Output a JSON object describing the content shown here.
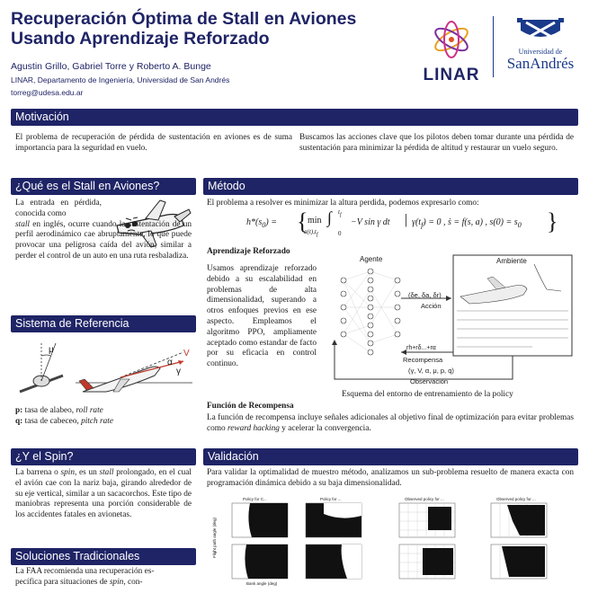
{
  "header": {
    "title": "Recuperación Óptima de Stall en Aviones Usando Aprendizaje Reforzado",
    "authors": "Agustin Grillo, Gabriel Torre y Roberto A. Bunge",
    "department": "LINAR, Departamento de Ingeniería, Universidad de San Andrés",
    "email": "torreg@udesa.edu.ar",
    "logo_linar": "LINAR",
    "logo_udesa_top": "Universidad de",
    "logo_udesa_name": "SanAndrés"
  },
  "motivacion": {
    "heading": "Motivación",
    "left": "El problema de recuperación de pérdida de sustentación en aviones es de suma importancia para la seguridad en vuelo.",
    "right": "Buscamos las acciones clave que los pilotos deben tomar durante una pérdida de sustentación para minimizar la pérdida de altitud y restaurar un vuelo seguro."
  },
  "stall": {
    "heading": "¿Qué es el Stall en Aviones?",
    "text_a": "La entrada en pérdida, conocida como",
    "text_stall": "stall",
    "text_b": "en inglés, ocurre cuando la sustentación de un perfil aerodinámico cae abruptamente, lo que puede provocar una peligrosa caída del avión, similar a perder el control de un auto en una ruta resbaladiza."
  },
  "referencia": {
    "heading": "Sistema de Referencia",
    "p_sym": "p:",
    "p_text": "tasa de alabeo,",
    "p_en": "roll rate",
    "q_sym": "q:",
    "q_text": "tasa de cabeceo,",
    "q_en": "pitch rate",
    "mu": "μ",
    "alpha": "α",
    "gamma": "γ",
    "v": "V"
  },
  "spin": {
    "heading": "¿Y el Spin?",
    "text_a": "La barrena o",
    "text_spin": "spin",
    "text_b": ", es un",
    "text_stall": "stall",
    "text_c": "prolongado, en el cual el avión cae con la nariz baja, girando alrededor de su eje vertical, similar a un sacacorchos. Este tipo de maniobras representa una porción considerable de los accidentes fatales en avionetas."
  },
  "soluciones": {
    "heading": "Soluciones Tradicionales",
    "text_a": "La FAA recomienda una recuperación es-",
    "text_b": "pecífica para situaciones de",
    "text_spin": "spin",
    "text_c": ", con-"
  },
  "metodo": {
    "heading": "Método",
    "intro": "El problema a resolver es minimizar la altura perdida, podemos expresarlo como:",
    "sub_rl": "Aprendizaje Reforzado",
    "rl_text": "Usamos aprendizaje reforzado debido a su escalabilidad en problemas de alta dimensionalidad, superando a otros enfoques previos en ese aspecto. Empleamos el algoritmo PPO, ampliamente aceptado como estandar de facto por su eficacia en control continuo.",
    "diagram": {
      "agente": "Agente",
      "ambiente": "Ambiente",
      "action": "(δe, δa, δr)",
      "action_label": "Acción",
      "reward": "rh+rδ...+rα",
      "reward_label": "Recompensa",
      "obs": "(γ, V, α, μ, p, q)",
      "obs_label": "Observación"
    },
    "caption": "Esquema del entorno de entrenamiento de la policy",
    "sub_reward": "Función de Recompensa",
    "reward_text_a": "La función de recompensa incluye señales adicionales al objetivo final de optimización para evitar problemas como",
    "reward_text_it": "reward hacking",
    "reward_text_b": "y acelerar la convergencia."
  },
  "validacion": {
    "heading": "Validación",
    "text": "Para validar la optimalidad de muestro método, analizamos un sub-problema resuelto de manera exacta con programación dinámica debido a su baja dimensionalidad.",
    "plot1_title": "Policy for C...",
    "plot2_title": "Policy for ...",
    "plot3_title": "Observed policy for ...",
    "plot4_title": "Observed policy for ...",
    "xlabel": "Bank angle (deg)",
    "ylabel": "Flight path angle (deg)"
  },
  "colors": {
    "navy": "#1f2466",
    "udesa_blue": "#1a3a8a"
  }
}
